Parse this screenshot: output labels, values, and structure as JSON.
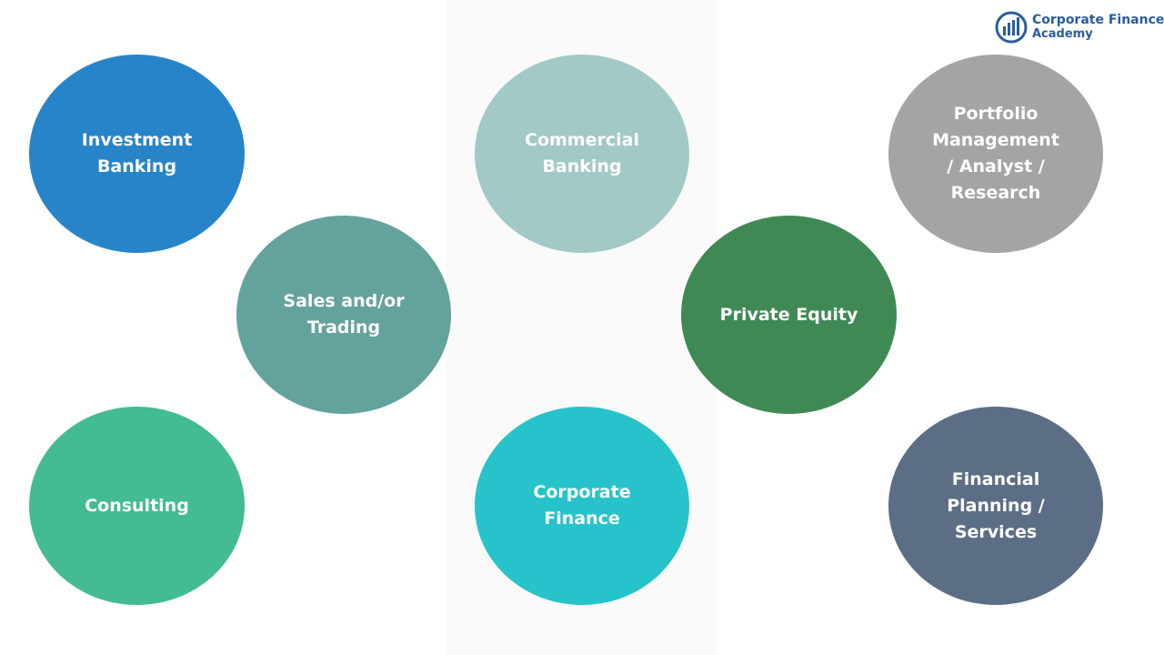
{
  "logo": {
    "line1": "Corporate Finance",
    "line2": "Academy",
    "color": "#2a5d9c"
  },
  "bubbles": [
    {
      "id": "investment-banking",
      "lines": [
        "Investment",
        "Banking"
      ],
      "color": "#2784c8"
    },
    {
      "id": "commercial-banking",
      "lines": [
        "Commercial",
        "Banking"
      ],
      "color": "#a2c9c6"
    },
    {
      "id": "portfolio-management",
      "lines": [
        "Portfolio",
        "Management",
        "/ Analyst /",
        "Research"
      ],
      "color": "#a4a4a4"
    },
    {
      "id": "sales-trading",
      "lines": [
        "Sales and/or",
        "Trading"
      ],
      "color": "#64a29e"
    },
    {
      "id": "private-equity",
      "lines": [
        "Private Equity"
      ],
      "color": "#3f8a54"
    },
    {
      "id": "consulting",
      "lines": [
        "Consulting"
      ],
      "color": "#43bb93"
    },
    {
      "id": "corporate-finance",
      "lines": [
        "Corporate",
        "Finance"
      ],
      "color": "#26c3cb"
    },
    {
      "id": "financial-planning",
      "lines": [
        "Financial",
        "Planning /",
        "Services"
      ],
      "color": "#5b6e86"
    }
  ]
}
